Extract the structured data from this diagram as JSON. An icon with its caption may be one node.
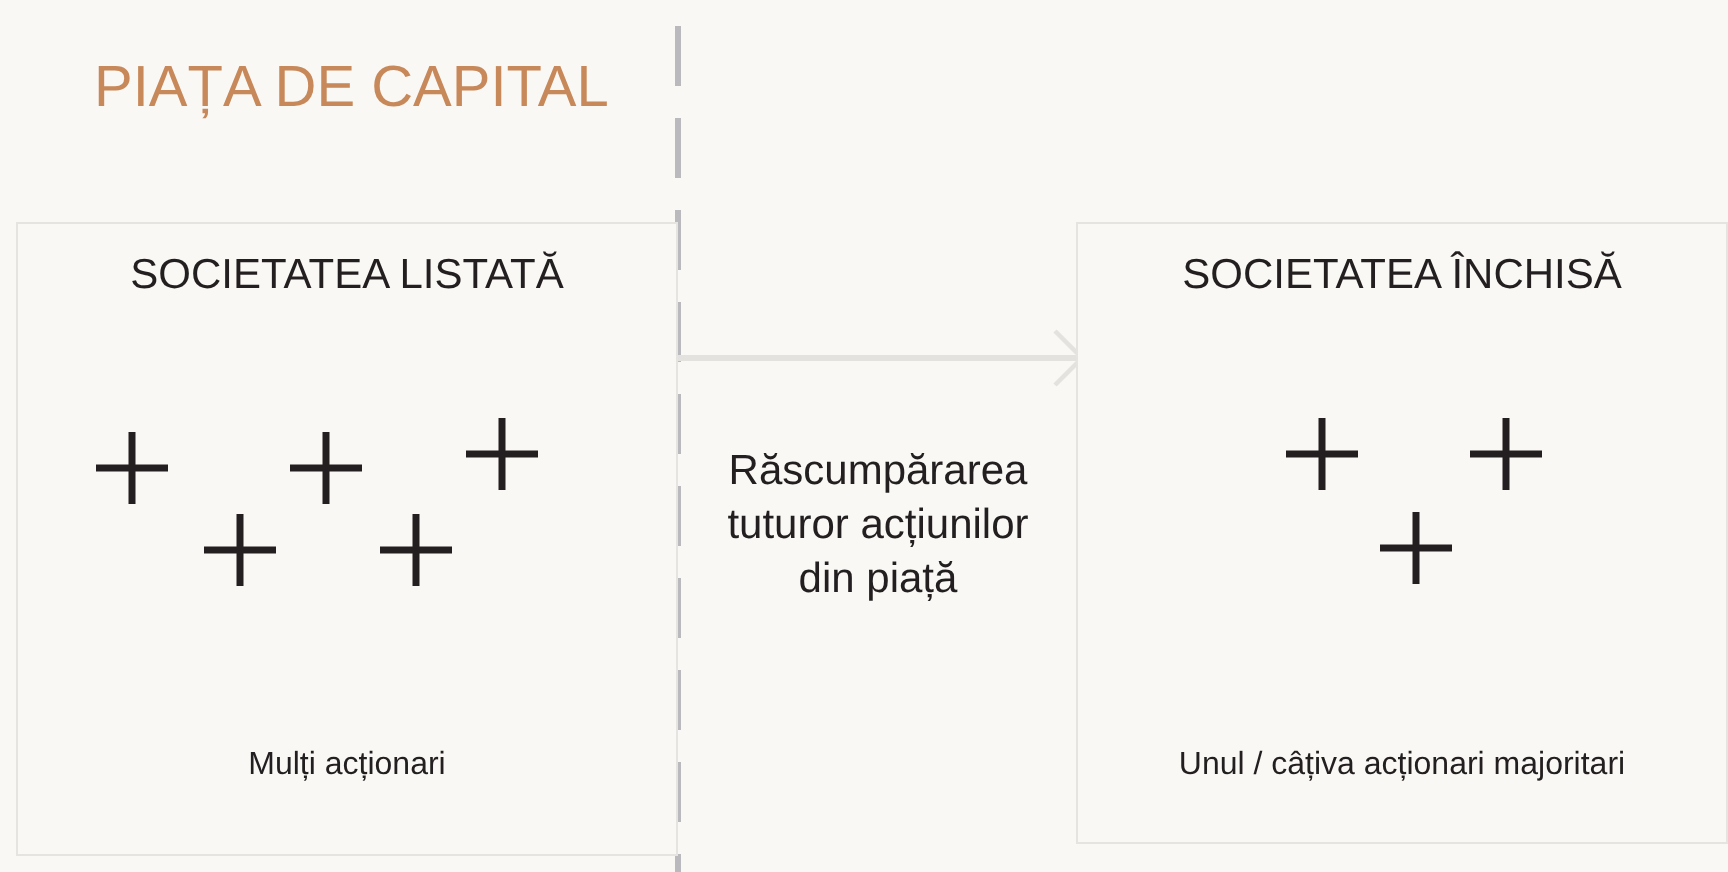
{
  "diagram": {
    "title": "PIAȚA DE CAPITAL",
    "nodes": [
      {
        "text": [
          "SOCIETATEA LISTATĂ",
          "Mulți acționari"
        ]
      },
      {
        "text": [
          "SOCIETATEA ÎNCHISĂ",
          "Unul / câțiva acționari majoritari"
        ]
      }
    ],
    "edges": [
      {
        "from": 0,
        "to": 1,
        "arrow": "to",
        "label": "Răscumpărarea tuturor acțiunilor din piață",
        "color": "#e4e2df"
      }
    ]
  }
}
